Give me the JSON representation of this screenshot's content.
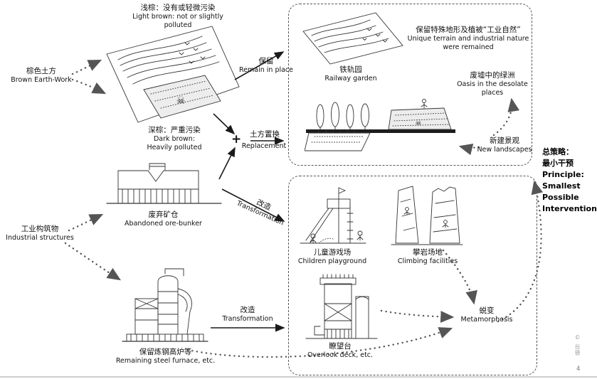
{
  "icons": {
    "skull": "☠",
    "plus": "+"
  },
  "labels": {
    "light_brown": {
      "lines": [
        "浅棕：没有或轻微污染",
        "Light brown: not or slightly",
        "polluted"
      ]
    },
    "brown_earthwork": {
      "lines": [
        "棕色土方",
        "Brown Earth-Work"
      ]
    },
    "dark_brown": {
      "lines": [
        "深棕：严重污染",
        "Dark brown:",
        "Heavily polluted"
      ]
    },
    "remain": {
      "lines": [
        "保留",
        "Remain in place"
      ]
    },
    "replacement": {
      "cn": "土方置换",
      "en": "Replacement"
    },
    "industrial_structures": {
      "lines": [
        "工业构筑物",
        "Industrial structures"
      ]
    },
    "ore_bunker": {
      "lines": [
        "废弃矿仓",
        "Abandoned ore-bunker"
      ]
    },
    "transformation_upper": {
      "lines": [
        "改造",
        "Transformation"
      ]
    },
    "transformation_lower": {
      "lines": [
        "改造",
        "Transformation"
      ]
    },
    "furnace": {
      "lines": [
        "保留炼钢高炉等",
        "Remaining steel furnace, etc."
      ]
    },
    "railway_garden": {
      "lines": [
        "铁轨园",
        "Railway garden"
      ]
    },
    "unique_terrain": {
      "lines": [
        "保留特殊地形及植被“工业自然”",
        "Unique terrain and industrial nature",
        "were remained"
      ]
    },
    "oasis": {
      "lines": [
        "废墟中的绿洲",
        "Oasis in the desolate places"
      ]
    },
    "new_landscapes": {
      "lines": [
        "新建景观",
        "New landscapes"
      ]
    },
    "children_playground": {
      "lines": [
        "儿童游戏场",
        "Children playground"
      ]
    },
    "climbing": {
      "lines": [
        "攀岩场地",
        "Climbing facilities"
      ]
    },
    "overlook": {
      "lines": [
        "瞭望台",
        "Overlook deck, etc."
      ]
    },
    "metamorphosis": {
      "lines": [
        "蜕变",
        "Metamorphosis"
      ]
    },
    "principle": {
      "lines": [
        "总策略：",
        "最小干预",
        "Principle:",
        "Smallest",
        "Possible",
        "Intervention"
      ]
    }
  },
  "footer": {
    "watermark": "© 谷德",
    "page": "4"
  },
  "colors": {
    "line": "#2a2a2a",
    "dotted": "#555555",
    "box_border": "#444444"
  }
}
